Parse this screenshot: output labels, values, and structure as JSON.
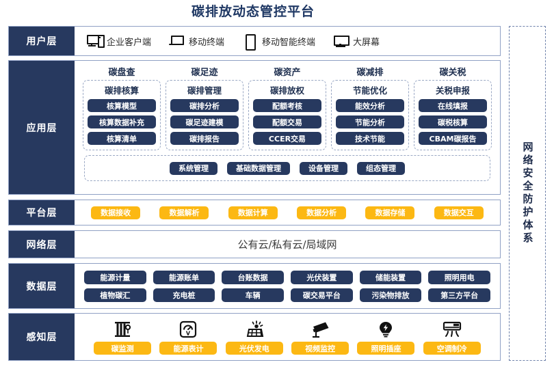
{
  "title": "碳排放动态管控平台",
  "colors": {
    "navy": "#27395f",
    "title_navy": "#1f3864",
    "yellow": "#fcb813",
    "border": "#8fa0c4",
    "dashed": "#9aa8c4"
  },
  "security_column": {
    "label": "网络安全防护体系"
  },
  "layers": {
    "user": {
      "label": "用户层",
      "items": [
        {
          "icon": "desktop-computer-icon",
          "label": "企业客户端"
        },
        {
          "icon": "laptop-icon",
          "label": "移动终端"
        },
        {
          "icon": "smartphone-icon",
          "label": "移动智能终端"
        },
        {
          "icon": "large-screen-icon",
          "label": "大屏幕"
        }
      ]
    },
    "application": {
      "label": "应用层",
      "columns": [
        {
          "title": "碳盘查",
          "subtitle": "碳排核算",
          "items": [
            "核算模型",
            "核算数据补充",
            "核算清单"
          ]
        },
        {
          "title": "碳足迹",
          "subtitle": "碳排管理",
          "items": [
            "碳排分析",
            "碳足迹建模",
            "碳排报告"
          ]
        },
        {
          "title": "碳资产",
          "subtitle": "碳排放权",
          "items": [
            "配额考核",
            "配额交易",
            "CCER交易"
          ]
        },
        {
          "title": "碳减排",
          "subtitle": "节能优化",
          "items": [
            "能效分析",
            "节能分析",
            "技术节能"
          ]
        },
        {
          "title": "碳关税",
          "subtitle": "关税申报",
          "items": [
            "在线填报",
            "碳税核算",
            "CBAM碳报告"
          ]
        }
      ],
      "common": [
        "系统管理",
        "基础数据管理",
        "设备管理",
        "组态管理"
      ]
    },
    "platform": {
      "label": "平台层",
      "items": [
        "数据接收",
        "数据解析",
        "数据计算",
        "数据分析",
        "数据存储",
        "数据交互"
      ]
    },
    "network": {
      "label": "网络层",
      "text": "公有云/私有云/局域网"
    },
    "data": {
      "label": "数据层",
      "rows": [
        [
          "能源计量",
          "能源账单",
          "台账数据",
          "光伏装置",
          "储能装置",
          "照明用电"
        ],
        [
          "植物碳汇",
          "充电桩",
          "车辆",
          "碳交易平台",
          "污染物排放",
          "第三方平台"
        ]
      ]
    },
    "sensing": {
      "label": "感知层",
      "items": [
        {
          "icon": "carbon-monitor-icon",
          "label": "碳监测"
        },
        {
          "icon": "energy-meter-icon",
          "label": "能源表计"
        },
        {
          "icon": "solar-panel-icon",
          "label": "光伏发电"
        },
        {
          "icon": "cctv-camera-icon",
          "label": "视频监控"
        },
        {
          "icon": "light-bulb-socket-icon",
          "label": "照明插座"
        },
        {
          "icon": "air-conditioner-icon",
          "label": "空调制冷"
        }
      ]
    }
  }
}
